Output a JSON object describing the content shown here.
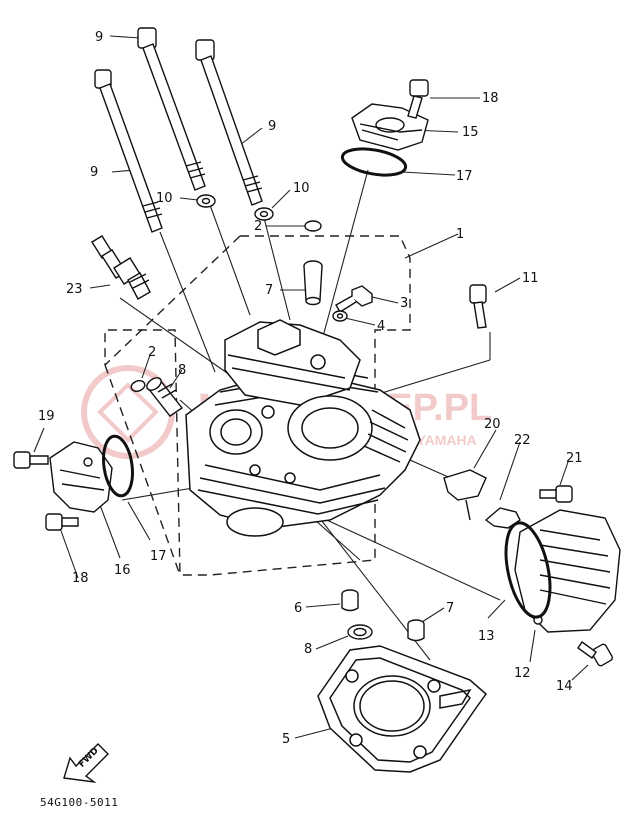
{
  "diagram": {
    "drawing_code": "54G100-5011",
    "fwd_label": "FWD",
    "watermark": {
      "main": "MOTOSKLEP.PL",
      "sub": "AUTORYZOWANY DEALER YAMAHA",
      "color": "#e8a0a0"
    },
    "callouts": [
      "1",
      "2",
      "2",
      "3",
      "4",
      "5",
      "5",
      "6",
      "7",
      "7",
      "8",
      "9",
      "9",
      "9",
      "10",
      "10",
      "11",
      "12",
      "13",
      "14",
      "15",
      "16",
      "17",
      "17",
      "18",
      "18",
      "19",
      "20",
      "21",
      "22",
      "23"
    ]
  }
}
